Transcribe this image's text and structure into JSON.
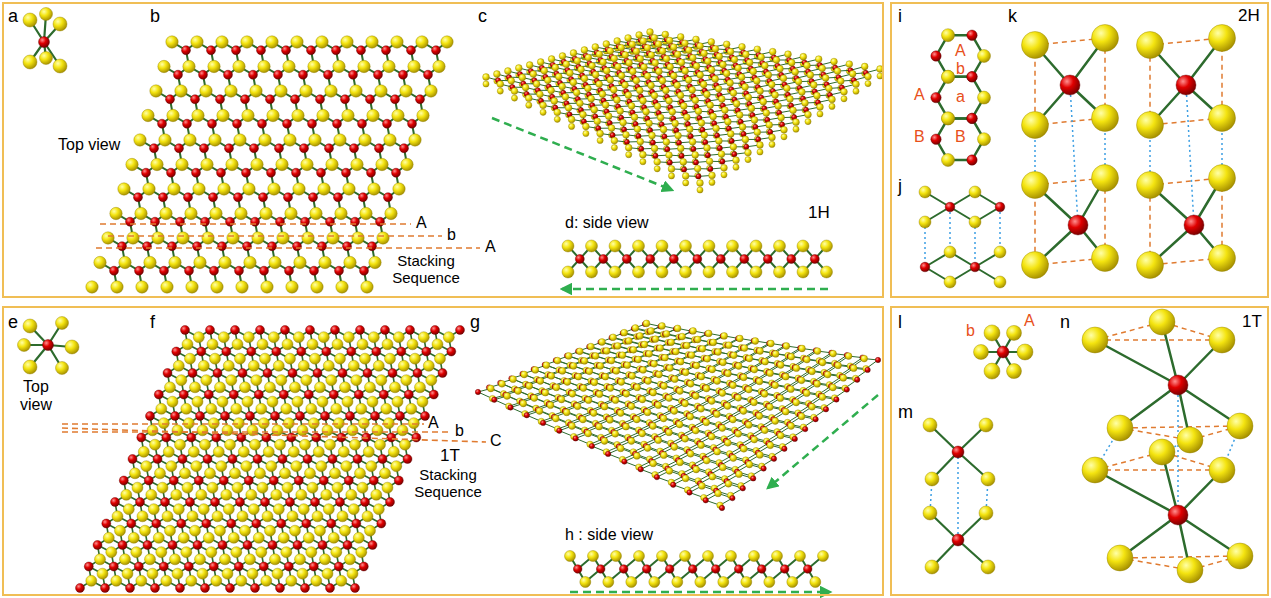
{
  "diagram": {
    "nodes": [
      {
        "text": [
          "a",
          "b",
          "c",
          "Top view",
          "A",
          "b",
          "A",
          "Stacking Sequence",
          "d: side view",
          "1H"
        ]
      },
      {
        "text": [
          "i",
          "A",
          "b",
          "A",
          "B",
          "a",
          "B",
          "k",
          "2H",
          "j"
        ]
      },
      {
        "text": [
          "e",
          "f",
          "g",
          "Top view",
          "1T",
          "A",
          "b",
          "C",
          "Stacking Sequence",
          "h : side view"
        ]
      },
      {
        "text": [
          "l",
          "A",
          "b",
          "n",
          "1T",
          "m"
        ]
      }
    ]
  }
}
